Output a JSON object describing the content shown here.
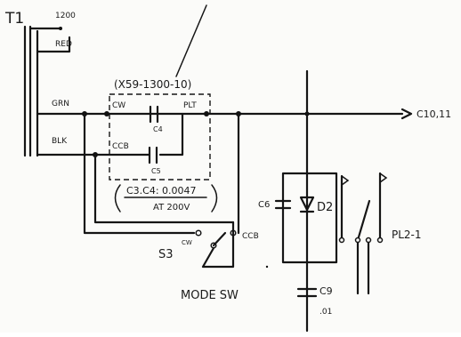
{
  "transformer": {
    "name": "T1",
    "tap_top": "1200",
    "tap_red": "RED",
    "tap_grn": "GRN",
    "tap_blk": "BLK"
  },
  "switch_block": {
    "part_number": "(X59-1300-10)",
    "term_cw": "CW",
    "term_ccw": "CCB",
    "term_out": "PLT",
    "cap_top": "C4",
    "cap_bottom": "C5"
  },
  "cap_note": {
    "line1": "C3.C4: 0.0047",
    "line2": "AT 200V"
  },
  "mode_switch": {
    "ref": "S3",
    "ref_mark": "CW",
    "term": "CCB",
    "label": "MODE SW"
  },
  "right_parts": {
    "c6": "C6",
    "d2": "D2",
    "relay": "PL2-1",
    "c9": "C9",
    "c9_value": ".01"
  },
  "output_ref": "C10,11"
}
